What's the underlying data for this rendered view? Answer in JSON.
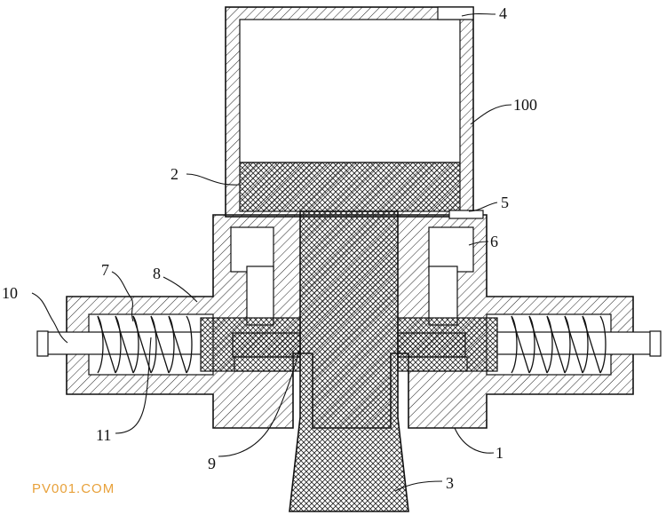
{
  "labels": {
    "l1": "1",
    "l2": "2",
    "l3": "3",
    "l4": "4",
    "l5": "5",
    "l6": "6",
    "l7": "7",
    "l8": "8",
    "l9": "9",
    "l10": "10",
    "l11": "11",
    "l100": "100"
  },
  "watermark": "PV001.COM",
  "colors": {
    "line": "#111111",
    "watermark": "#e8a13a",
    "background": "#ffffff"
  }
}
